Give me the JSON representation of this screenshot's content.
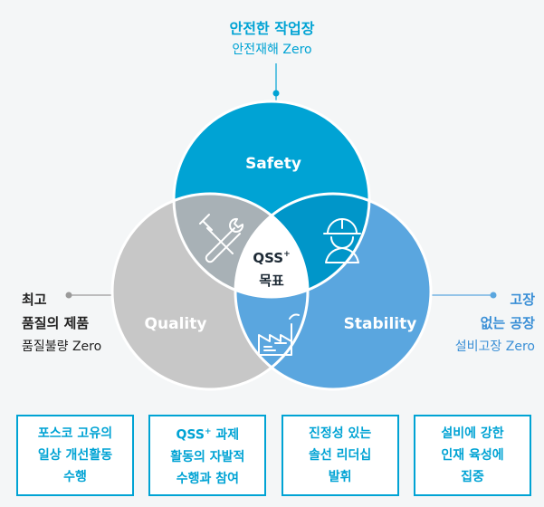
{
  "top": {
    "title": "안전한 작업장",
    "subtitle": "안전재해 Zero"
  },
  "left": {
    "line1": "최고",
    "line2": "품질의 제품",
    "line3": "품질불량 Zero"
  },
  "right": {
    "line1": "고장",
    "line2": "없는 공장",
    "line3": "설비고장 Zero"
  },
  "circles": {
    "safety": {
      "label": "Safety",
      "color": "#00a3d4"
    },
    "quality": {
      "label": "Quality",
      "color": "#c7c7c7"
    },
    "stability": {
      "label": "Stability",
      "color": "#5aa6df"
    }
  },
  "center": {
    "line1": "QSS",
    "sup": "+",
    "line2": "목표"
  },
  "boxes": [
    {
      "lines": [
        "포스코 고유의",
        "일상 개선활동",
        "수행"
      ]
    },
    {
      "lines": [
        "QSS",
        "과제",
        "활동의 자발적",
        "수행과 참여"
      ],
      "sup": "+"
    },
    {
      "lines": [
        "진정성 있는",
        "솔선 리더십",
        "발휘"
      ]
    },
    {
      "lines": [
        "설비에 강한",
        "인재 육성에",
        "집중"
      ]
    }
  ],
  "icons": [
    "tools-icon",
    "worker-helmet-icon",
    "factory-icon"
  ]
}
